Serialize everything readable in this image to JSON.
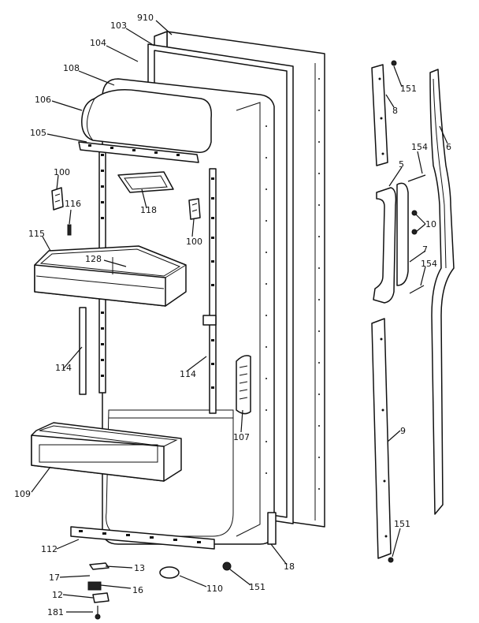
{
  "labels": {
    "l910": "910",
    "l103": "103",
    "l104": "104",
    "l108": "108",
    "l106": "106",
    "l105": "105",
    "l100a": "100",
    "l116": "116",
    "l118": "118",
    "l100b": "100",
    "l115": "115",
    "l128": "128",
    "l114a": "114",
    "l114b": "114",
    "l107": "107",
    "l109": "109",
    "l112": "112",
    "l13": "13",
    "l17": "17",
    "l16": "16",
    "l12": "12",
    "l181": "181",
    "l110": "110",
    "l151a": "151",
    "l18": "18",
    "l151b": "151",
    "l8": "8",
    "l6": "6",
    "l154a": "154",
    "l5": "5",
    "l10": "10",
    "l7": "7",
    "l154b": "154",
    "l9": "9",
    "l151c": "151"
  }
}
